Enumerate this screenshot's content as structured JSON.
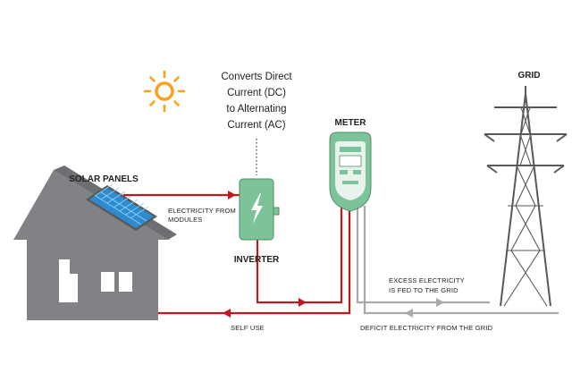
{
  "colors": {
    "house": "#808285",
    "roof": "#6d6e71",
    "panel": "#2e8bd0",
    "panel_frame": "#58595b",
    "red_line": "#c4161c",
    "grey_line": "#a7a9ac",
    "inverter": "#7cc39a",
    "sun": "#f7a21b",
    "tower": "#58595b",
    "text": "#222222"
  },
  "labels": {
    "converts": [
      "Converts Direct",
      "Current (DC)",
      "to Alternating",
      "Current (AC)"
    ],
    "solar_panels": "SOLAR PANELS",
    "electricity_from": [
      "ELECTRICITY FROM",
      "MODULES"
    ],
    "inverter": "INVERTER",
    "meter": "METER",
    "grid": "GRID",
    "excess": [
      "EXCESS ELECTRICITY",
      "IS FED TO THE GRID"
    ],
    "self_use": "SELF USE",
    "deficit": "DEFICIT ELECTRICITY FROM THE GRID"
  },
  "icons": {
    "sun": "sun-icon",
    "house": "house-icon",
    "solar_panel": "solar-panel-icon",
    "inverter": "inverter-icon",
    "lightning": "lightning-bolt-icon",
    "meter": "electric-meter-icon",
    "tower": "transmission-tower-icon"
  }
}
